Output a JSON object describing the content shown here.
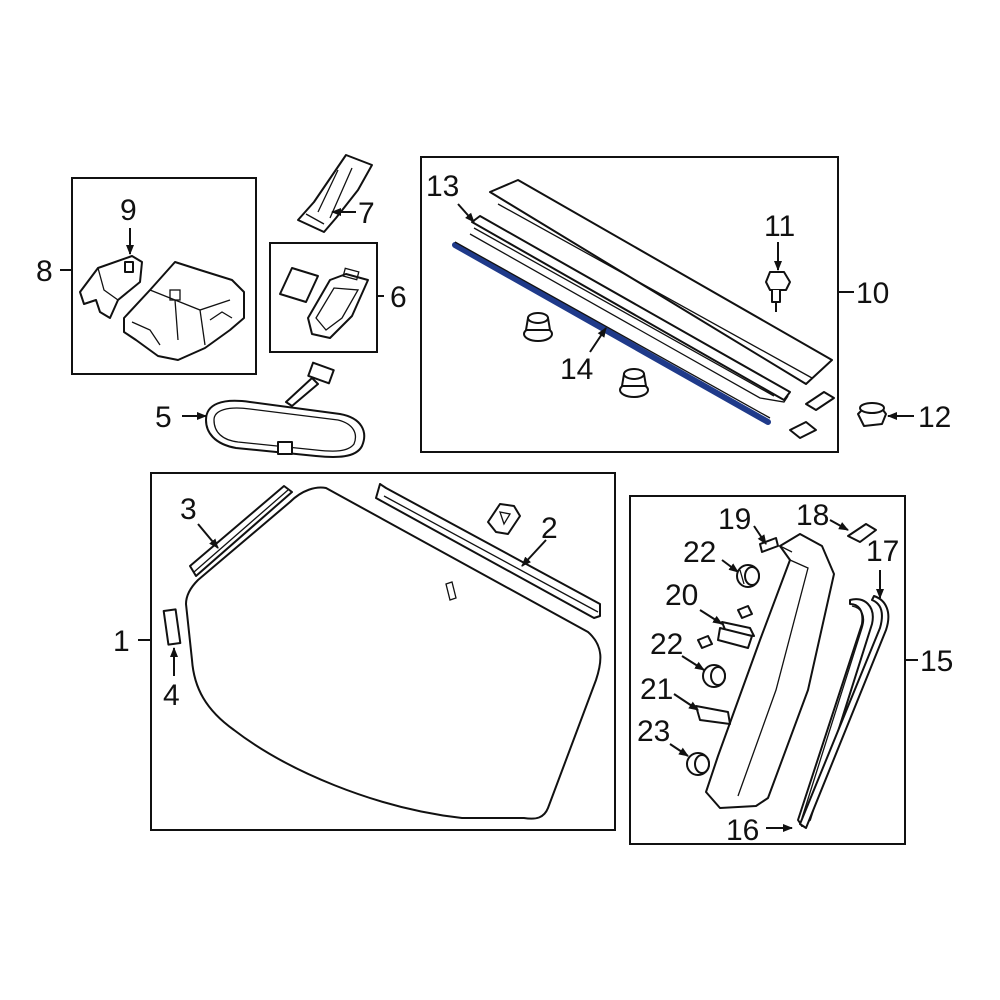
{
  "highlight_color": "#1f3a8a",
  "callouts": {
    "c1": "1",
    "c2": "2",
    "c3": "3",
    "c4": "4",
    "c5": "5",
    "c6": "6",
    "c7": "7",
    "c8": "8",
    "c9": "9",
    "c10": "10",
    "c11": "11",
    "c12": "12",
    "c13": "13",
    "c14": "14",
    "c15": "15",
    "c16": "16",
    "c17": "17",
    "c18": "18",
    "c19": "19",
    "c20": "20",
    "c21": "21",
    "c22a": "22",
    "c22b": "22",
    "c23": "23"
  }
}
